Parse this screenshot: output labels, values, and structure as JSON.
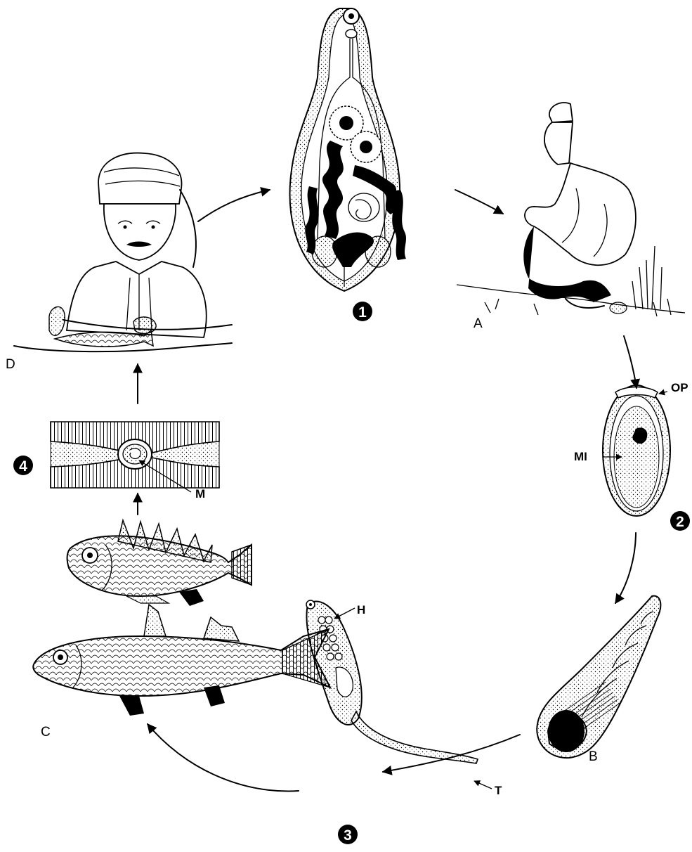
{
  "labels": {
    "human_defecating": "A",
    "snail_host": "B",
    "fish_host": "C",
    "human_eating": "D"
  },
  "stage_numbers": [
    "1",
    "2",
    "3",
    "4"
  ],
  "callouts": {
    "operculum": "OP",
    "miracidium": "MI",
    "head": "H",
    "tail": "T",
    "metacercaria": "M"
  },
  "colors": {
    "ink": "#000000",
    "background": "#ffffff"
  }
}
